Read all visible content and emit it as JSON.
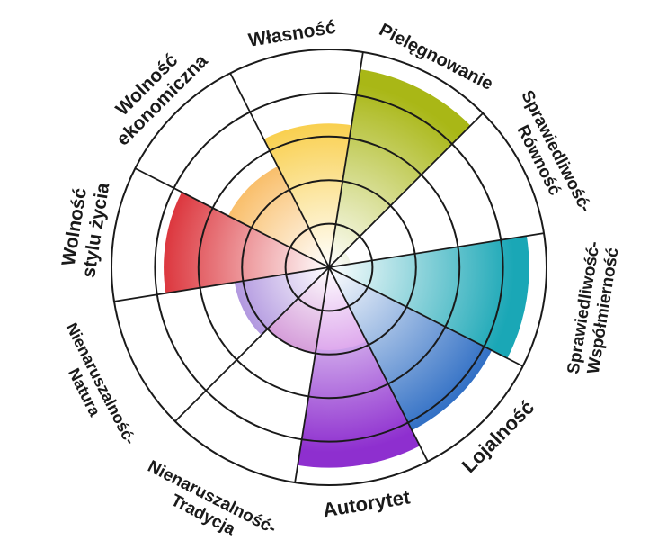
{
  "chart_data": {
    "type": "polar-area",
    "title": "",
    "rmax": 5,
    "rings": [
      1,
      2,
      3,
      4,
      5
    ],
    "grid": true,
    "legend": "none",
    "categories": [
      "Pielęgnowanie",
      "Sprawiedliwość-Równość",
      "Sprawiedliwość-Współmierność",
      "Lojalność",
      "Autorytet",
      "Nienaruszalność-Tradycja",
      "Nienaruszalność-Natura",
      "Wolność stylu życia",
      "Wolność ekonomiczna",
      "Własność"
    ],
    "label_lines": [
      [
        "Pielęgnowanie"
      ],
      [
        "Sprawiedliwość-",
        "Równość"
      ],
      [
        "Sprawiedliwość-",
        "Współmierność"
      ],
      [
        "Lojalność"
      ],
      [
        "Autorytet"
      ],
      [
        "Nienaruszalność-",
        "Tradycja"
      ],
      [
        "Nienaruszalność-",
        "Natura"
      ],
      [
        "Wolność",
        "stylu życia"
      ],
      [
        "Wolność",
        "ekonomiczna"
      ],
      [
        "Własność"
      ]
    ],
    "values": [
      4.6,
      0.5,
      4.6,
      4.2,
      4.6,
      0,
      0,
      3.8,
      2.6,
      3.3
    ],
    "colors": [
      "#a9b716",
      "#7fa11c",
      "#1aa7b6",
      "#2f6ec4",
      "#8e2fcf",
      "#ffffff",
      "#ffffff",
      "#d81f27",
      "#f5960d",
      "#f7c21c"
    ],
    "inner_slices": [
      {
        "category": "Autorytet",
        "value": 1.9,
        "color": "#b53fd6"
      },
      {
        "category": "Nienaruszalność-Tradycja",
        "value": 2.0,
        "color": "#a62fb0"
      },
      {
        "category": "Nienaruszalność-Natura",
        "value": 2.2,
        "color": "#6a38c2"
      }
    ]
  }
}
